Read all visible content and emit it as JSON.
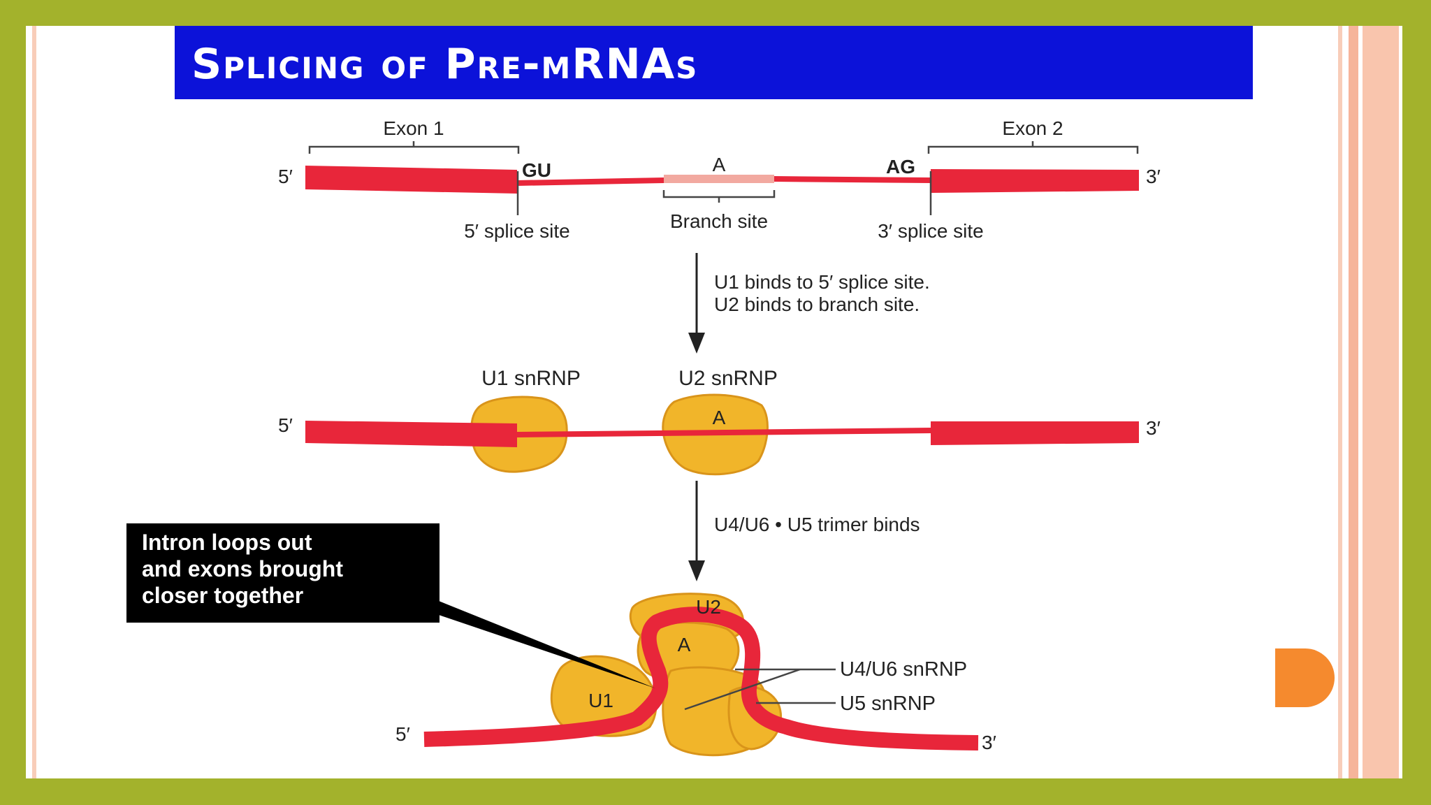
{
  "title": "Splicing of Pre-mRNAs",
  "colors": {
    "frame": "#a3b22c",
    "title_bg": "#0c12d9",
    "rna_red": "#e8263a",
    "branch_pink": "#f2a9a0",
    "snrnp_gold": "#f1b52a",
    "stripe_peach": "#f6b49a",
    "orange_shape": "#f58a2e"
  },
  "diagram": {
    "top": {
      "exon1": "Exon 1",
      "exon2": "Exon 2",
      "five_prime": "5′",
      "three_prime": "3′",
      "gu": "GU",
      "ag": "AG",
      "a": "A",
      "splice5": "5′ splice site",
      "branch": "Branch site",
      "splice3": "3′ splice site"
    },
    "step1": {
      "line1": "U1 binds to 5′ splice site.",
      "line2": "U2 binds to branch site."
    },
    "middle": {
      "u1": "U1 snRNP",
      "u2": "U2 snRNP",
      "a": "A",
      "five_prime": "5′",
      "three_prime": "3′"
    },
    "step2": {
      "line1": "U4/U6 • U5 trimer binds"
    },
    "bottom": {
      "u2": "U2",
      "a": "A",
      "u1": "U1",
      "u4u6": "U4/U6 snRNP",
      "u5": "U5 snRNP",
      "five_prime": "5′",
      "three_prime": "3′"
    },
    "callout": {
      "line1": "Intron loops out",
      "line2": "and exons brought",
      "line3": "closer together"
    }
  }
}
